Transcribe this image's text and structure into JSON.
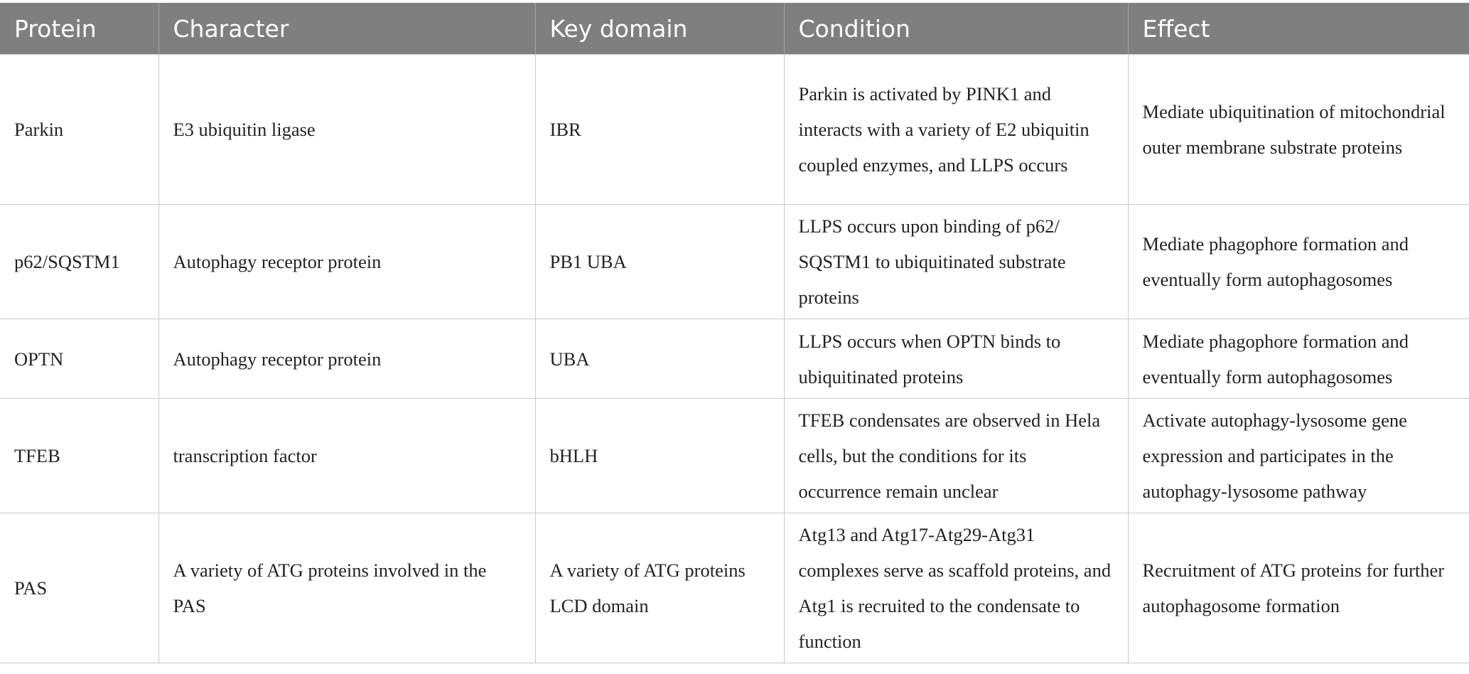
{
  "table": {
    "headers": [
      "Protein",
      "Character",
      "Key domain",
      "Condition",
      "Effect"
    ],
    "rows": [
      {
        "protein": "Parkin",
        "character": "E3 ubiquitin ligase",
        "key_domain": "IBR",
        "condition": "Parkin is activated by PINK1 and interacts with a variety of E2 ubiquitin coupled enzymes, and LLPS occurs",
        "effect": "Mediate ubiquitination of mitochondrial outer membrane substrate proteins"
      },
      {
        "protein": "p62/SQSTM1",
        "character": "Autophagy receptor protein",
        "key_domain": "PB1 UBA",
        "condition": "LLPS occurs upon binding of p62/ SQSTM1 to ubiquitinated substrate proteins",
        "effect": "Mediate phagophore formation and eventually form autophagosomes"
      },
      {
        "protein": "OPTN",
        "character": "Autophagy receptor protein",
        "key_domain": "UBA",
        "condition": "LLPS occurs when OPTN binds to ubiquitinated proteins",
        "effect": "Mediate phagophore formation and eventually form autophagosomes"
      },
      {
        "protein": "TFEB",
        "character": "transcription factor",
        "key_domain": "bHLH",
        "condition": "TFEB condensates are observed in Hela cells, but the conditions for its occurrence remain unclear",
        "effect": "Activate autophagy-lysosome gene expression and participates in the autophagy-lysosome pathway"
      },
      {
        "protein": "PAS",
        "character": "A variety of ATG proteins involved in the PAS",
        "key_domain": "A variety of ATG proteins LCD domain",
        "condition": "Atg13 and Atg17-Atg29-Atg31 complexes serve as scaffold proteins, and Atg1 is recruited to the condensate to function",
        "effect": "Recruitment of ATG proteins for further autophagosome formation"
      }
    ]
  }
}
